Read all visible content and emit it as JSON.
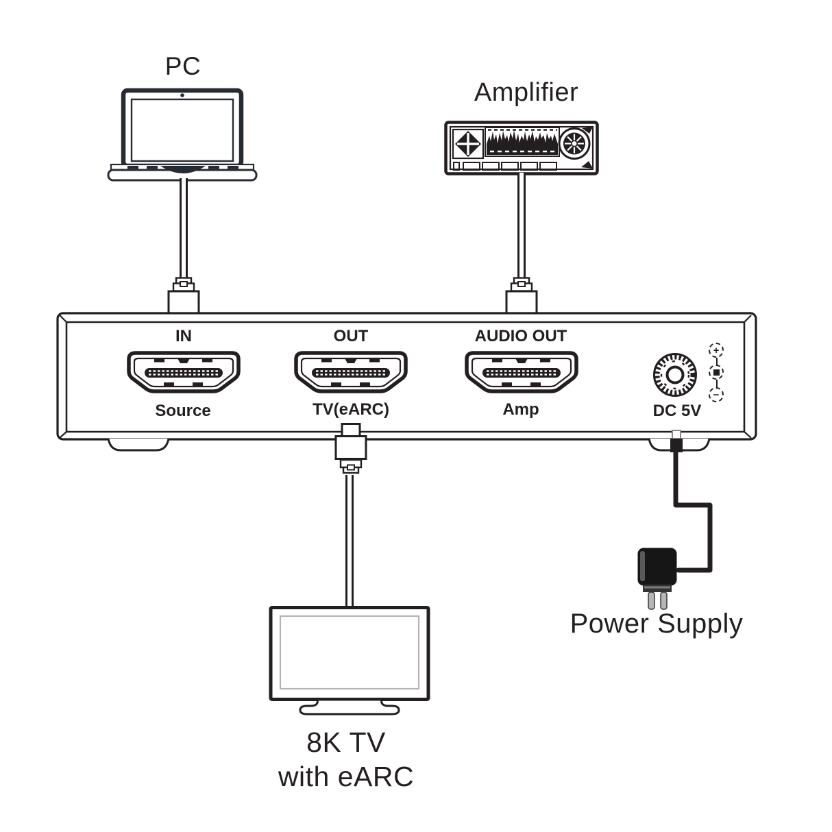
{
  "devices": {
    "pc": {
      "label": "PC"
    },
    "amplifier": {
      "label": "Amplifier"
    },
    "tv": {
      "label_line1": "8K TV",
      "label_line2": "with eARC"
    },
    "power_supply": {
      "label": "Power Supply"
    }
  },
  "extractor": {
    "ports": {
      "in": {
        "top_label": "IN",
        "bottom_label": "Source"
      },
      "out": {
        "top_label": "OUT",
        "bottom_label": "TV(eARC)"
      },
      "audio_out": {
        "top_label": "AUDIO OUT",
        "bottom_label": "Amp"
      },
      "dc": {
        "label": "DC 5V",
        "polarity_plus": "+",
        "polarity_minus": "−"
      }
    }
  },
  "colors": {
    "line": "#231f20",
    "tv_screen_inner": "#b4b4b4"
  }
}
